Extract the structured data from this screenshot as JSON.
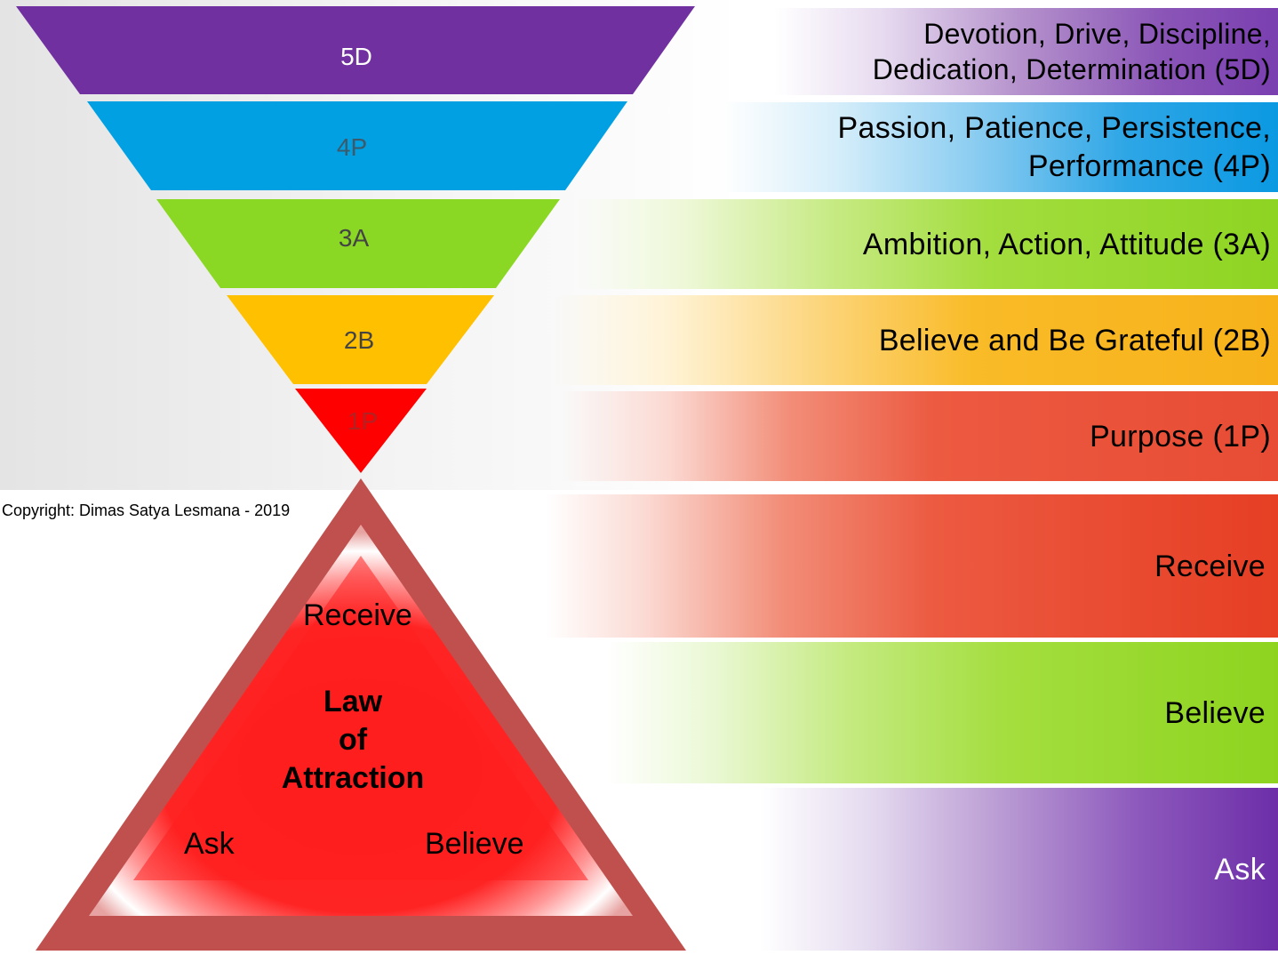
{
  "copyright": "Copyright: Dimas Satya Lesmana - 2019",
  "funnel": {
    "segments": [
      {
        "label": "5D",
        "color": "#7030a0",
        "text_color": "#ffffff"
      },
      {
        "label": "4P",
        "color": "#00a0e3",
        "text_color": "#3d5a6a"
      },
      {
        "label": "3A",
        "color": "#8ad724",
        "text_color": "#444444"
      },
      {
        "label": "2B",
        "color": "#ffc000",
        "text_color": "#444444"
      },
      {
        "label": "1P",
        "color": "#ff0000",
        "text_color": "#b22222"
      }
    ]
  },
  "bands": {
    "dedication_line1": "Devotion, Drive, Discipline,",
    "dedication_line2": "Dedication, Determination (5D)",
    "passion_line1": "Passion, Patience, Persistence,",
    "passion_line2": "Performance (4P)",
    "ambition": "Ambition, Action, Attitude (3A)",
    "believe_grateful": "Believe and Be Grateful (2B)",
    "purpose": "Purpose (1P)",
    "receive": "Receive",
    "believe": "Believe",
    "ask": "Ask"
  },
  "triangle": {
    "title_line1": "Law",
    "title_line2": "of",
    "title_line3": "Attraction",
    "top_label": "Receive",
    "left_label": "Ask",
    "right_label": "Believe",
    "outer_color": "#c0504d",
    "inner_color": "#ff1e1e"
  }
}
